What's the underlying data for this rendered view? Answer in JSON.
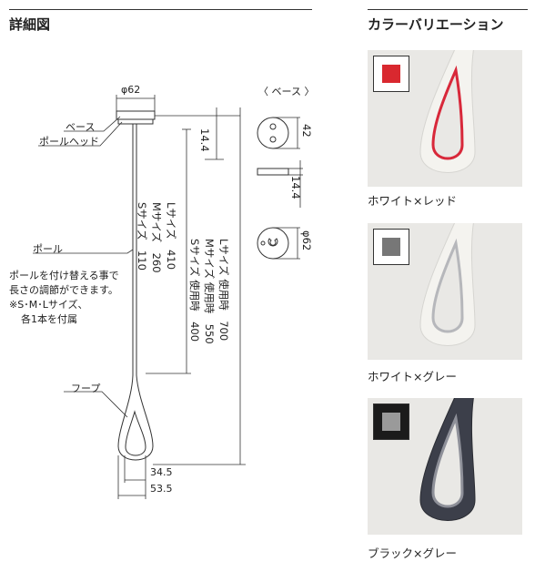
{
  "detail": {
    "title": "詳細図",
    "base_heading": "〈 ベース 〉",
    "labels": {
      "base": "ベース",
      "pole_head": "ポールヘッド",
      "pole": "ポール",
      "note1": "ポールを付け替える事で",
      "note2": "長さの調節ができます。",
      "note3": "※S･M･Lサイズ、",
      "note4": "各1本を付属",
      "hoop": "フープ"
    },
    "dims": {
      "top_dia": "φ62",
      "head_h": "14.4",
      "base_h1": "42",
      "base_h2": "14.4",
      "base_dia": "φ62",
      "hoop_w1": "34.5",
      "hoop_w2": "53.5"
    },
    "pole_sizes": {
      "s": "Sサイズ　110",
      "m": "Mサイズ　260",
      "l": "Lサイズ　410"
    },
    "use_sizes": {
      "s": "Sサイズ 使用時　400",
      "m": "Mサイズ 使用時　550",
      "l": "Lサイズ 使用時　700"
    }
  },
  "variations": {
    "title": "カラーバリエーション",
    "items": [
      {
        "caption": "ホワイト×レッド",
        "swatch_color": "#d9282f",
        "box_bg": "#ffffff",
        "hoop_color": "#f4f3ef",
        "line_color": "#d8283a",
        "bg": "#e9e8e5"
      },
      {
        "caption": "ホワイト×グレー",
        "swatch_color": "#777777",
        "box_bg": "#ffffff",
        "hoop_color": "#f4f3ef",
        "line_color": "#b6b7bb",
        "bg": "#e9e8e5"
      },
      {
        "caption": "ブラック×グレー",
        "swatch_color": "#9a9a9a",
        "box_bg": "#1b1b1b",
        "hoop_color": "#3c3f4a",
        "line_color": "#8e9099",
        "bg": "#e9e8e5"
      }
    ]
  }
}
